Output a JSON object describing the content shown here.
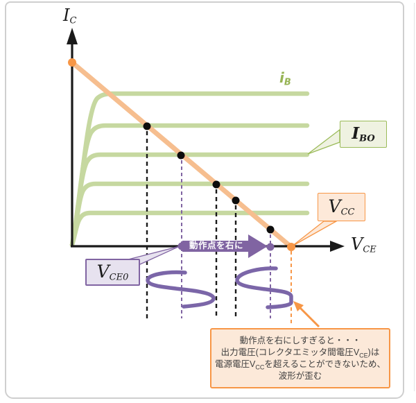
{
  "figure": {
    "description_role": "transistor-output-characteristics-with-load-line"
  },
  "labels": {
    "ic": {
      "main": "I",
      "sub": "C"
    },
    "vce": {
      "main": "V",
      "sub": "CE"
    },
    "ib": {
      "main": "i",
      "sub": "B"
    },
    "ibo": {
      "main": "I",
      "sub": "BO"
    },
    "vcc": {
      "main": "V",
      "sub": "CC"
    },
    "vce0": {
      "main": "V",
      "sub": "CE0"
    },
    "move_right": "動作点を右に"
  },
  "annotation": {
    "lines": [
      [
        {
          "t": "動作点を右にしすぎると・・・"
        }
      ],
      [
        {
          "t": "出力電圧(コレクタエミッタ間電圧"
        },
        {
          "t": "V"
        },
        {
          "t": "CE",
          "sub": true
        },
        {
          "t": ")は"
        }
      ],
      [
        {
          "t": "電源電圧"
        },
        {
          "t": "V"
        },
        {
          "t": "CC",
          "sub": true
        },
        {
          "t": "を超えることができないため、"
        }
      ],
      [
        {
          "t": "波形が歪む"
        }
      ]
    ]
  },
  "colors": {
    "green_accent": "#9BBB59",
    "green_curve": "#C3D69B",
    "green_fill": "#EFF2E1",
    "orange_accent": "#F79646",
    "orange_line": "#F6BE8F",
    "orange_fill": "#FDE9D9",
    "purple_accent": "#8064A2",
    "purple_fill": "#E7E2EF",
    "axis_black": "#1A1A1A",
    "annotation_text": "#3F3F3F"
  }
}
